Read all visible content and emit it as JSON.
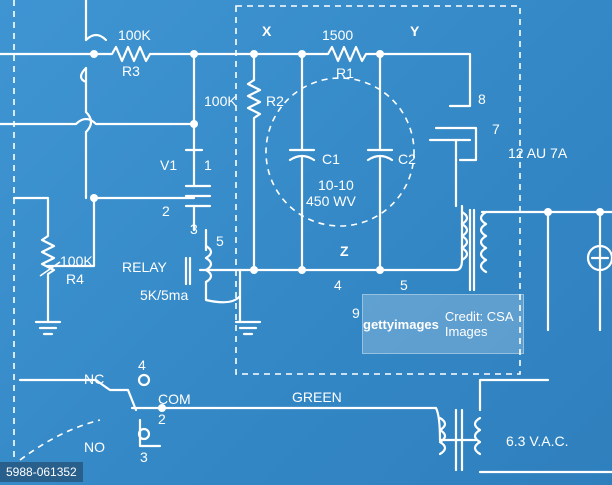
{
  "labels": {
    "r3_value": "100K",
    "r3_name": "R3",
    "r2_value": "100K",
    "r2_name": "R2",
    "r1_value": "1500",
    "r1_name": "R1",
    "r4_value": "100K",
    "r4_name": "R4",
    "node_x": "X",
    "node_y": "Y",
    "node_z": "Z",
    "c1_name": "C1",
    "c2_name": "C2",
    "cap_rating_1": "10-10",
    "cap_rating_2": "450 WV",
    "v1_name": "V1",
    "pin_1": "1",
    "pin_2": "2",
    "pin_3": "3",
    "pin_5": "5",
    "relay_name": "RELAY",
    "relay_rating": "5K/5ma",
    "tube_pin_8": "8",
    "tube_pin_7": "7",
    "tube_pin_4": "4",
    "tube_pin_5": "5",
    "tube_pin_9": "9",
    "tube_name": "12 AU 7A",
    "nc": "NC",
    "no": "NO",
    "com": "COM",
    "sw_pin_4": "4",
    "sw_pin_2": "2",
    "sw_pin_3": "3",
    "green": "GREEN",
    "vac": "6.3 V.A.C."
  },
  "watermark": {
    "text": "Credit: CSA Images",
    "logo": "gettyimages"
  },
  "image_id": "5988-061352",
  "colors": {
    "background": "#3a8fcc",
    "line": "#ffffff"
  }
}
